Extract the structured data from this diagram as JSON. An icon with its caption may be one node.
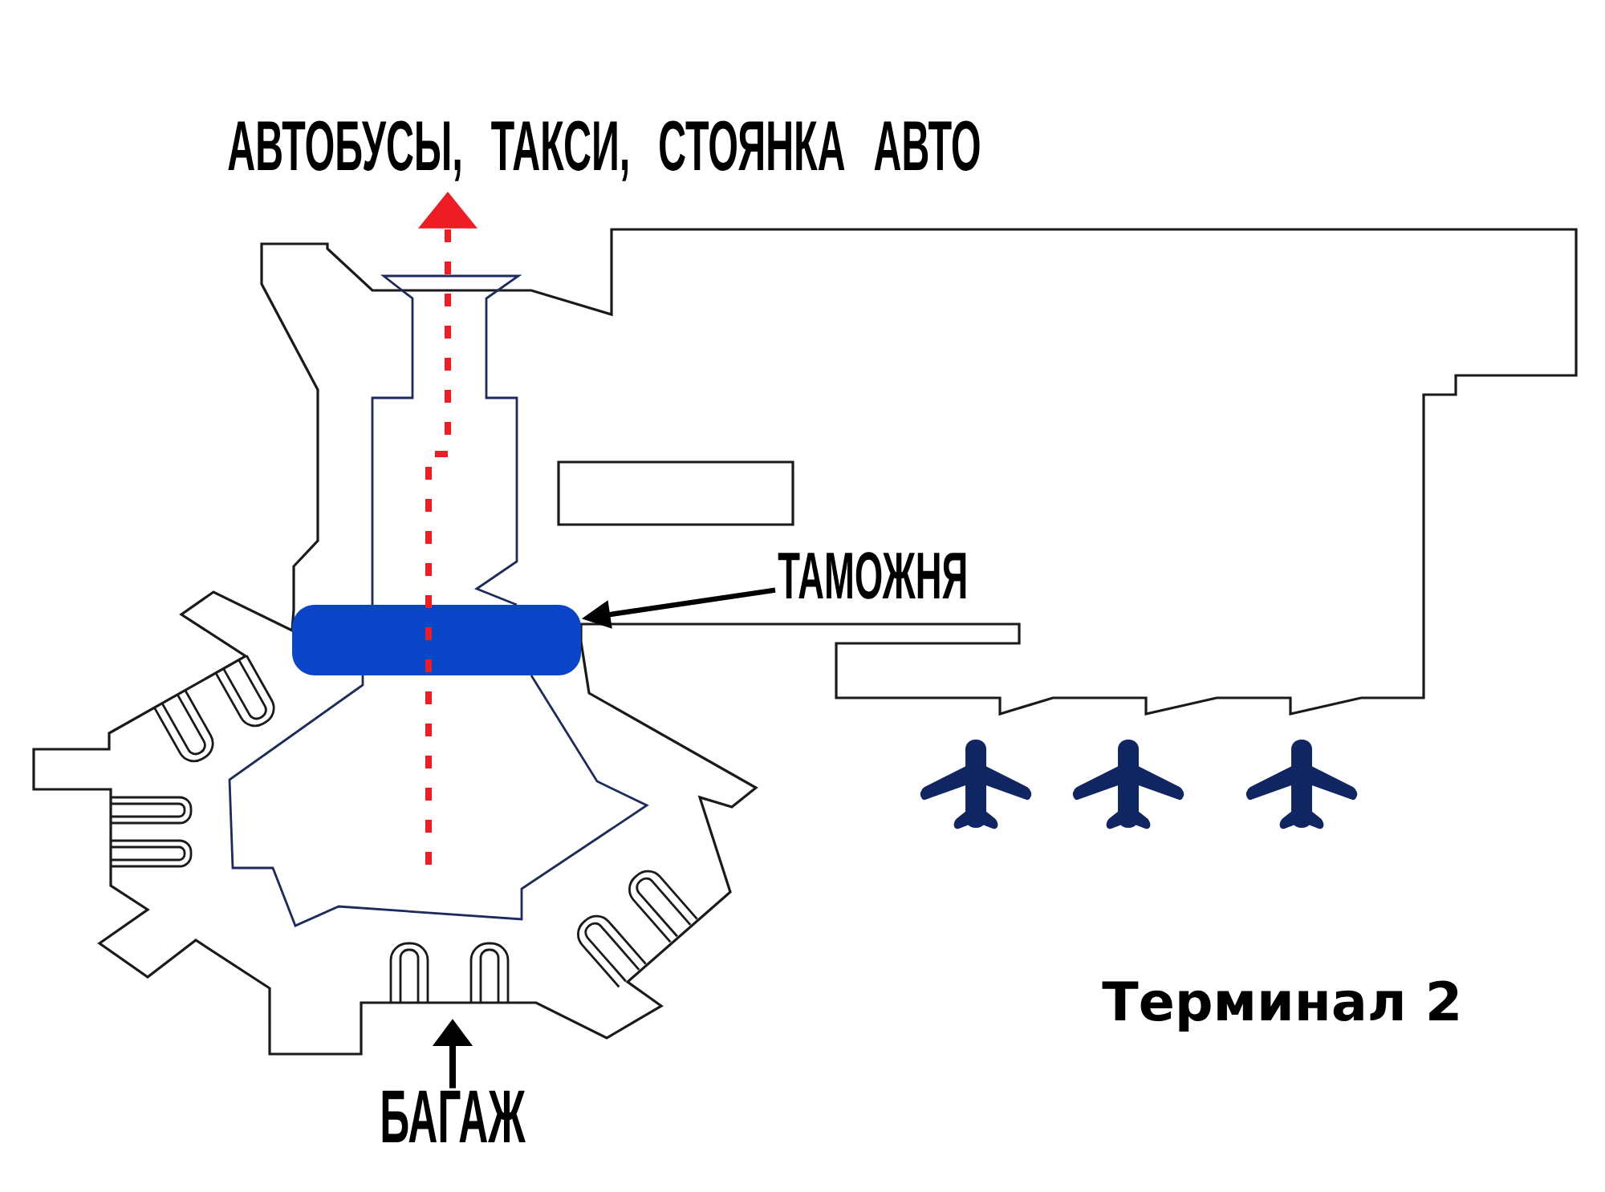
{
  "diagram": {
    "nodes": [
      {
        "text": [
          "АВТОБУСЫ, ТАКСИ, СТОЯНКА АВТО"
        ]
      },
      {
        "text": [
          "ТАМОЖНЯ"
        ]
      },
      {
        "text": [],
        "shape": "bar"
      },
      {
        "text": [
          "БАГАЖ"
        ]
      }
    ],
    "edges": [
      {
        "from": null,
        "to": 0,
        "arrow": "to",
        "style": "dashed",
        "color": "#ee1c25"
      },
      {
        "from": 1,
        "to": 2,
        "arrow": "to"
      },
      {
        "from": 3,
        "to": null,
        "arrow": "to"
      }
    ],
    "labels": [
      "Терминал 2"
    ]
  }
}
